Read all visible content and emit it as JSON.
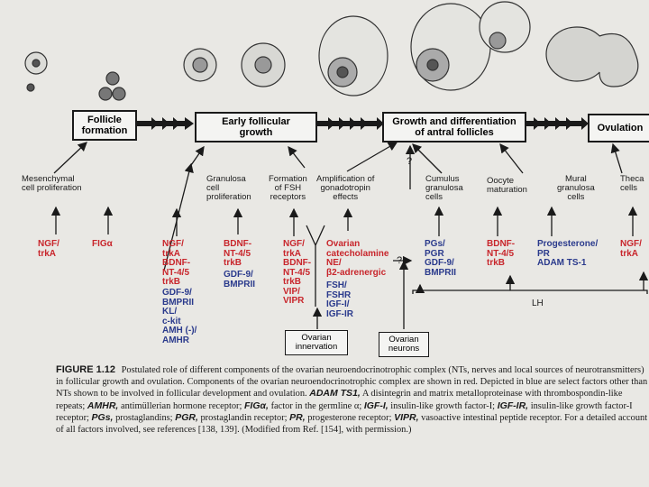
{
  "stages": {
    "follicle_formation": "Follicle\nformation",
    "early_growth": "Early follicular\ngrowth",
    "antral_growth": "Growth and differentiation\nof antral follicles",
    "ovulation": "Ovulation"
  },
  "processes": {
    "mesenchymal": "Mesenchymal\ncell proliferation",
    "granulosa_prolif": "Granulosa\ncell\nproliferation",
    "fsh_receptors": "Formation\nof FSH\nreceptors",
    "gonadotropin": "Amplification of\ngonadotropin\neffects",
    "cumulus": "Cumulus\ngranulosa\ncells",
    "oocyte": "Oocyte\nmaturation",
    "mural": "Mural\ngranulosa\ncells",
    "theca": "Theca\ncells"
  },
  "factors": {
    "ngf_trka_1": "NGF/\ntrkA",
    "figa": "FIGα",
    "col_early_red": "NGF/\ntrkA\nBDNF-\nNT-4/5\ntrkB",
    "col_early_blue": "GDF-9/\nBMPRII\nKL/\nc-kit\nAMH (-)/\nAMHR",
    "col_gran_red": "BDNF-\nNT-4/5\ntrkB",
    "col_gran_blue": "GDF-9/\nBMPRII",
    "col_fsh_red": "NGF/\ntrkA\nBDNF-\nNT-4/5\ntrkB\nVIP/\nVIPR",
    "col_ovarian_red": "Ovarian\ncatecholamine\nNE/\nβ2-adrenergic",
    "col_ovarian_blue": "FSH/\nFSHR\nIGF-I/\nIGF-IR",
    "col_cumulus_blue": "PGs/\nPGR\nGDF-9/\nBMPRII",
    "col_oocyte_red": "BDNF-\nNT-4/5\ntrkB",
    "col_mural_blue": "Progesterone/\nPR\nADAM TS-1",
    "col_theca_red": "NGF/\ntrkA"
  },
  "boxes": {
    "innervation": "Ovarian\ninnervation",
    "neurons": "Ovarian\nneurons"
  },
  "question_mark": "?",
  "lh": "LH",
  "caption": {
    "figure": "FIGURE 1.12",
    "text": "Postulated role of different components of the ovarian neuroendocrinotrophic complex (NTs, nerves and local sources of neurotransmitters) in follicular growth and ovulation. Components of the ovarian neuroendocrinotrophic complex are shown in red. Depicted in blue are select factors other than NTs shown to be involved in follicular development and ovulation.",
    "text2": "A disintegrin and matrix metalloproteinase with thrombospondin-like repeats;",
    "text3": "antimüllerian hormone receptor;",
    "text4": "factor in the germline α;",
    "text5": "insulin-like growth factor-I;",
    "text6": "insulin-like growth factor-I receptor;",
    "text7": "prostaglandins;",
    "text8": "prostaglandin receptor;",
    "text9": "progesterone receptor;",
    "text10": "vasoactive intestinal peptide receptor. For a detailed account of all factors involved, see references [138, 139]. (Modified from Ref. [154], with permission.)",
    "terms": [
      "ADAM TS1,",
      "AMHR,",
      "FIGα,",
      "IGF-I,",
      "IGF-IR,",
      "PGs,",
      "PGR,",
      "PR,",
      "VIPR,"
    ]
  },
  "colors": {
    "red": "#c8262c",
    "blue": "#2a3a8c",
    "ink": "#1a1a1a",
    "paper": "#e9e8e4"
  }
}
